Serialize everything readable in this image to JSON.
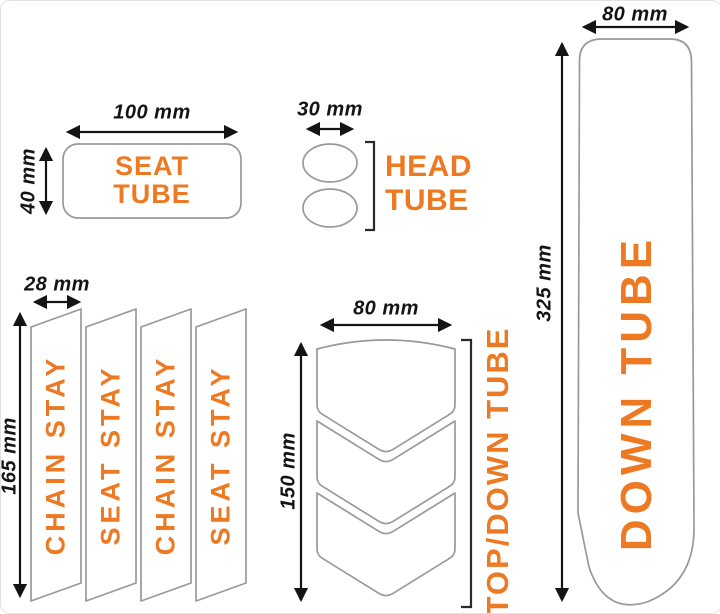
{
  "colors": {
    "accent": "#ED7A23",
    "dim_text": "#141414",
    "outline": "#97999b"
  },
  "seat_tube": {
    "line1": "SEAT",
    "line2": "TUBE",
    "width": "100 mm",
    "height": "40 mm"
  },
  "head_tube": {
    "line1": "HEAD",
    "line2": "TUBE",
    "width": "30 mm"
  },
  "down_tube": {
    "label": "DOWN TUBE",
    "width": "80 mm",
    "height": "325 mm"
  },
  "stays": {
    "width": "28 mm",
    "height": "165 mm",
    "strips": [
      {
        "label": "CHAIN STAY"
      },
      {
        "label": "SEAT STAY"
      },
      {
        "label": "CHAIN STAY"
      },
      {
        "label": "SEAT STAY"
      }
    ]
  },
  "top_down_tube": {
    "label": "TOP/DOWN TUBE",
    "width": "80 mm",
    "height": "150 mm"
  }
}
